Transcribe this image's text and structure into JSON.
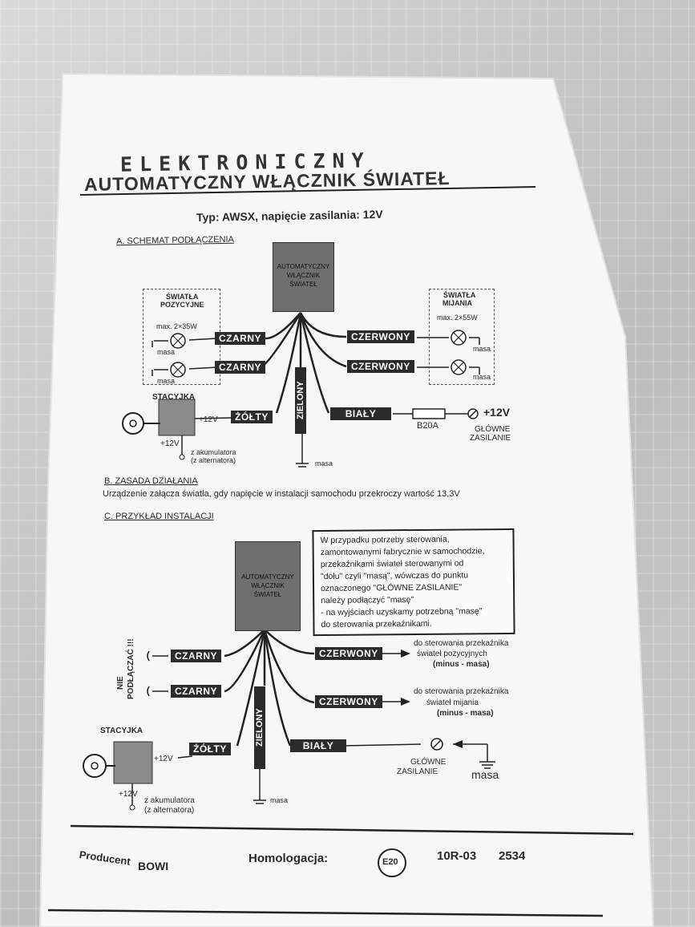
{
  "header": {
    "brand": "ELEKTRONICZNY",
    "title": "AUTOMATYCZNY WŁĄCZNIK ŚWIATEŁ",
    "type_line": "Typ: AWSX, napięcie zasilania: 12V"
  },
  "sectionA": {
    "heading": "A. SCHEMAT PODŁĄCZENIA",
    "device_label": [
      "AUTOMATYCZNY",
      "WŁĄCZNIK",
      "ŚWIATEŁ"
    ],
    "left_group": {
      "title": [
        "ŚWIATŁA",
        "POZYCYJNE"
      ],
      "max": "max. 2×35W",
      "ground": "masa"
    },
    "right_group": {
      "title": [
        "ŚWIATŁA",
        "MIJANIA"
      ],
      "max": "max. 2×55W",
      "ground": "masa"
    },
    "wires": {
      "black": "CZARNY",
      "red": "CZERWONY",
      "yellow": "ŻÓŁTY",
      "green": "ZIELONY",
      "white": "BIAŁY"
    },
    "ignition": "STACYJKA",
    "plus12": "+12V",
    "battery": [
      "z akumulatora",
      "(z alternatora)"
    ],
    "fuse": "B20A",
    "main_supply": [
      "GŁÓWNE",
      "ZASILANIE"
    ],
    "main_plus": "+12V",
    "ground": "masa"
  },
  "sectionB": {
    "heading": "B. ZASADA DZIAŁANIA",
    "text": "Urządzenie załącza światła, gdy napięcie w instalacji samochodu przekroczy wartość 13,3V"
  },
  "sectionC": {
    "heading": "C. PRZYKŁAD INSTALACJI",
    "note": [
      "W przypadku potrzeby sterowania,",
      "zamontowanymi fabrycznie w samochodzie,",
      "przekaźnikami świateł sterowanymi od",
      "\"dołu\" czyli \"masą\", wówczas do punktu",
      "oznaczonego \"GŁÓWNE ZASILANIE\"",
      "należy podłączyć \"masę\"",
      " - na wyjściach uzyskamy potrzebną \"masę\"",
      "do sterowania przekaźnikami."
    ],
    "side_note": [
      "NIE",
      "PODŁĄCZAĆ !!!"
    ],
    "red1_target": [
      "do sterowania przekaźnika",
      "świateł pozycyjnych",
      "(minus - masa)"
    ],
    "red2_target": [
      "do sterowania przekaźnika",
      "świateł mijania",
      "(minus - masa)"
    ],
    "main_supply": [
      "GŁÓWNE",
      "ZASILANIE"
    ],
    "masa_big": "masa"
  },
  "footer": {
    "producer_label": "Producent",
    "producer": "BOWI",
    "homologation_label": "Homologacja:",
    "mark": "E20",
    "code": "10R-03",
    "number": "2534"
  }
}
